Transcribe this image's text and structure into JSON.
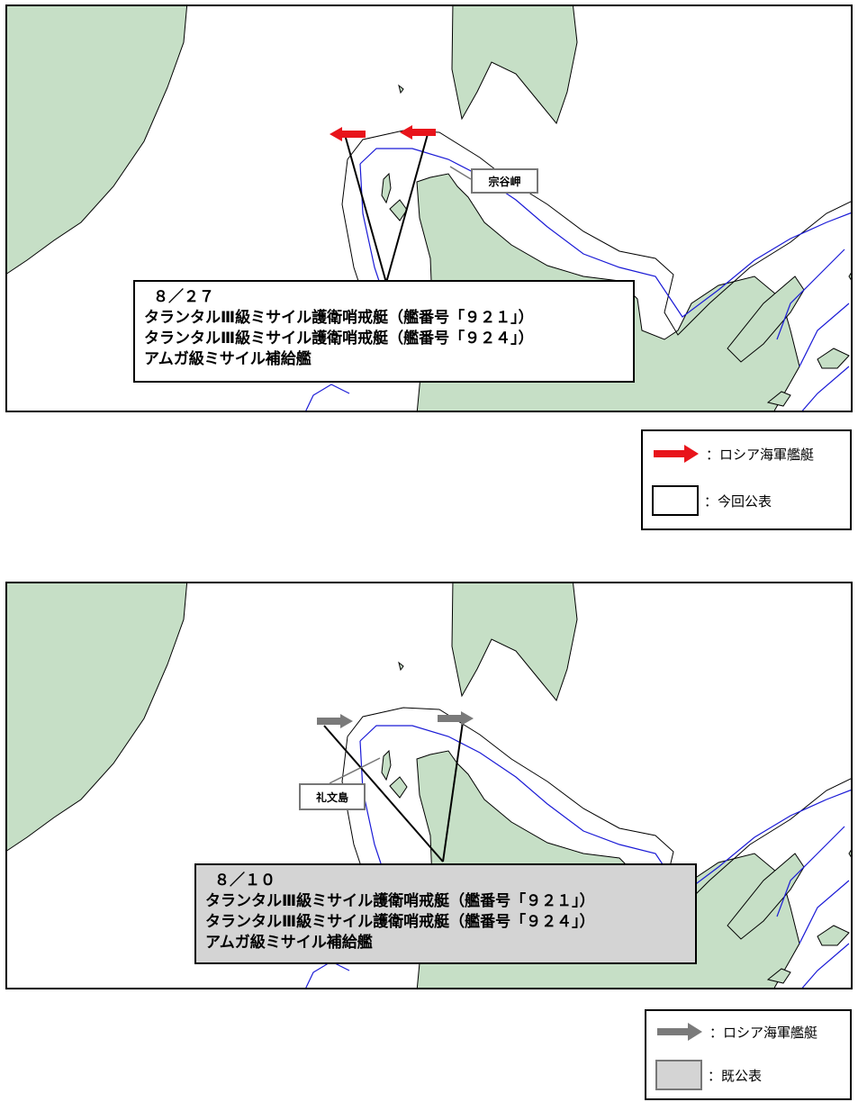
{
  "panels": [
    {
      "date": "８／２７",
      "ships": [
        "タランタルⅢ級ミサイル護衛哨戒艇（艦番号「９２１」）",
        "タランタルⅢ級ミサイル護衛哨戒艇（艦番号「９２４」）",
        "アムガ級ミサイル補給艦"
      ],
      "place_label": "宗谷岬",
      "arrow_color": "#e8141b",
      "box_fill": "#ffffff"
    },
    {
      "date": "８／１０",
      "ships": [
        "タランタルⅢ級ミサイル護衛哨戒艇（艦番号「９２１」）",
        "タランタルⅢ級ミサイル護衛哨戒艇（艦番号「９２４」）",
        "アムガ級ミサイル補給艦"
      ],
      "place_label": "礼文島",
      "arrow_color": "#7a7a7a",
      "box_fill": "#d4d4d4"
    }
  ],
  "legends": [
    {
      "arrow_label": "：ロシア海軍艦艇",
      "swatch_label": "：今回公表",
      "arrow_color": "#e8141b",
      "swatch_color": "#ffffff"
    },
    {
      "arrow_label": "：ロシア海軍艦艇",
      "swatch_label": "：既公表",
      "arrow_color": "#7a7a7a",
      "swatch_color": "#d4d4d4"
    }
  ],
  "colors": {
    "land": "#c6dfc6",
    "boundary": "#1a1ad6",
    "outline": "#000000"
  }
}
